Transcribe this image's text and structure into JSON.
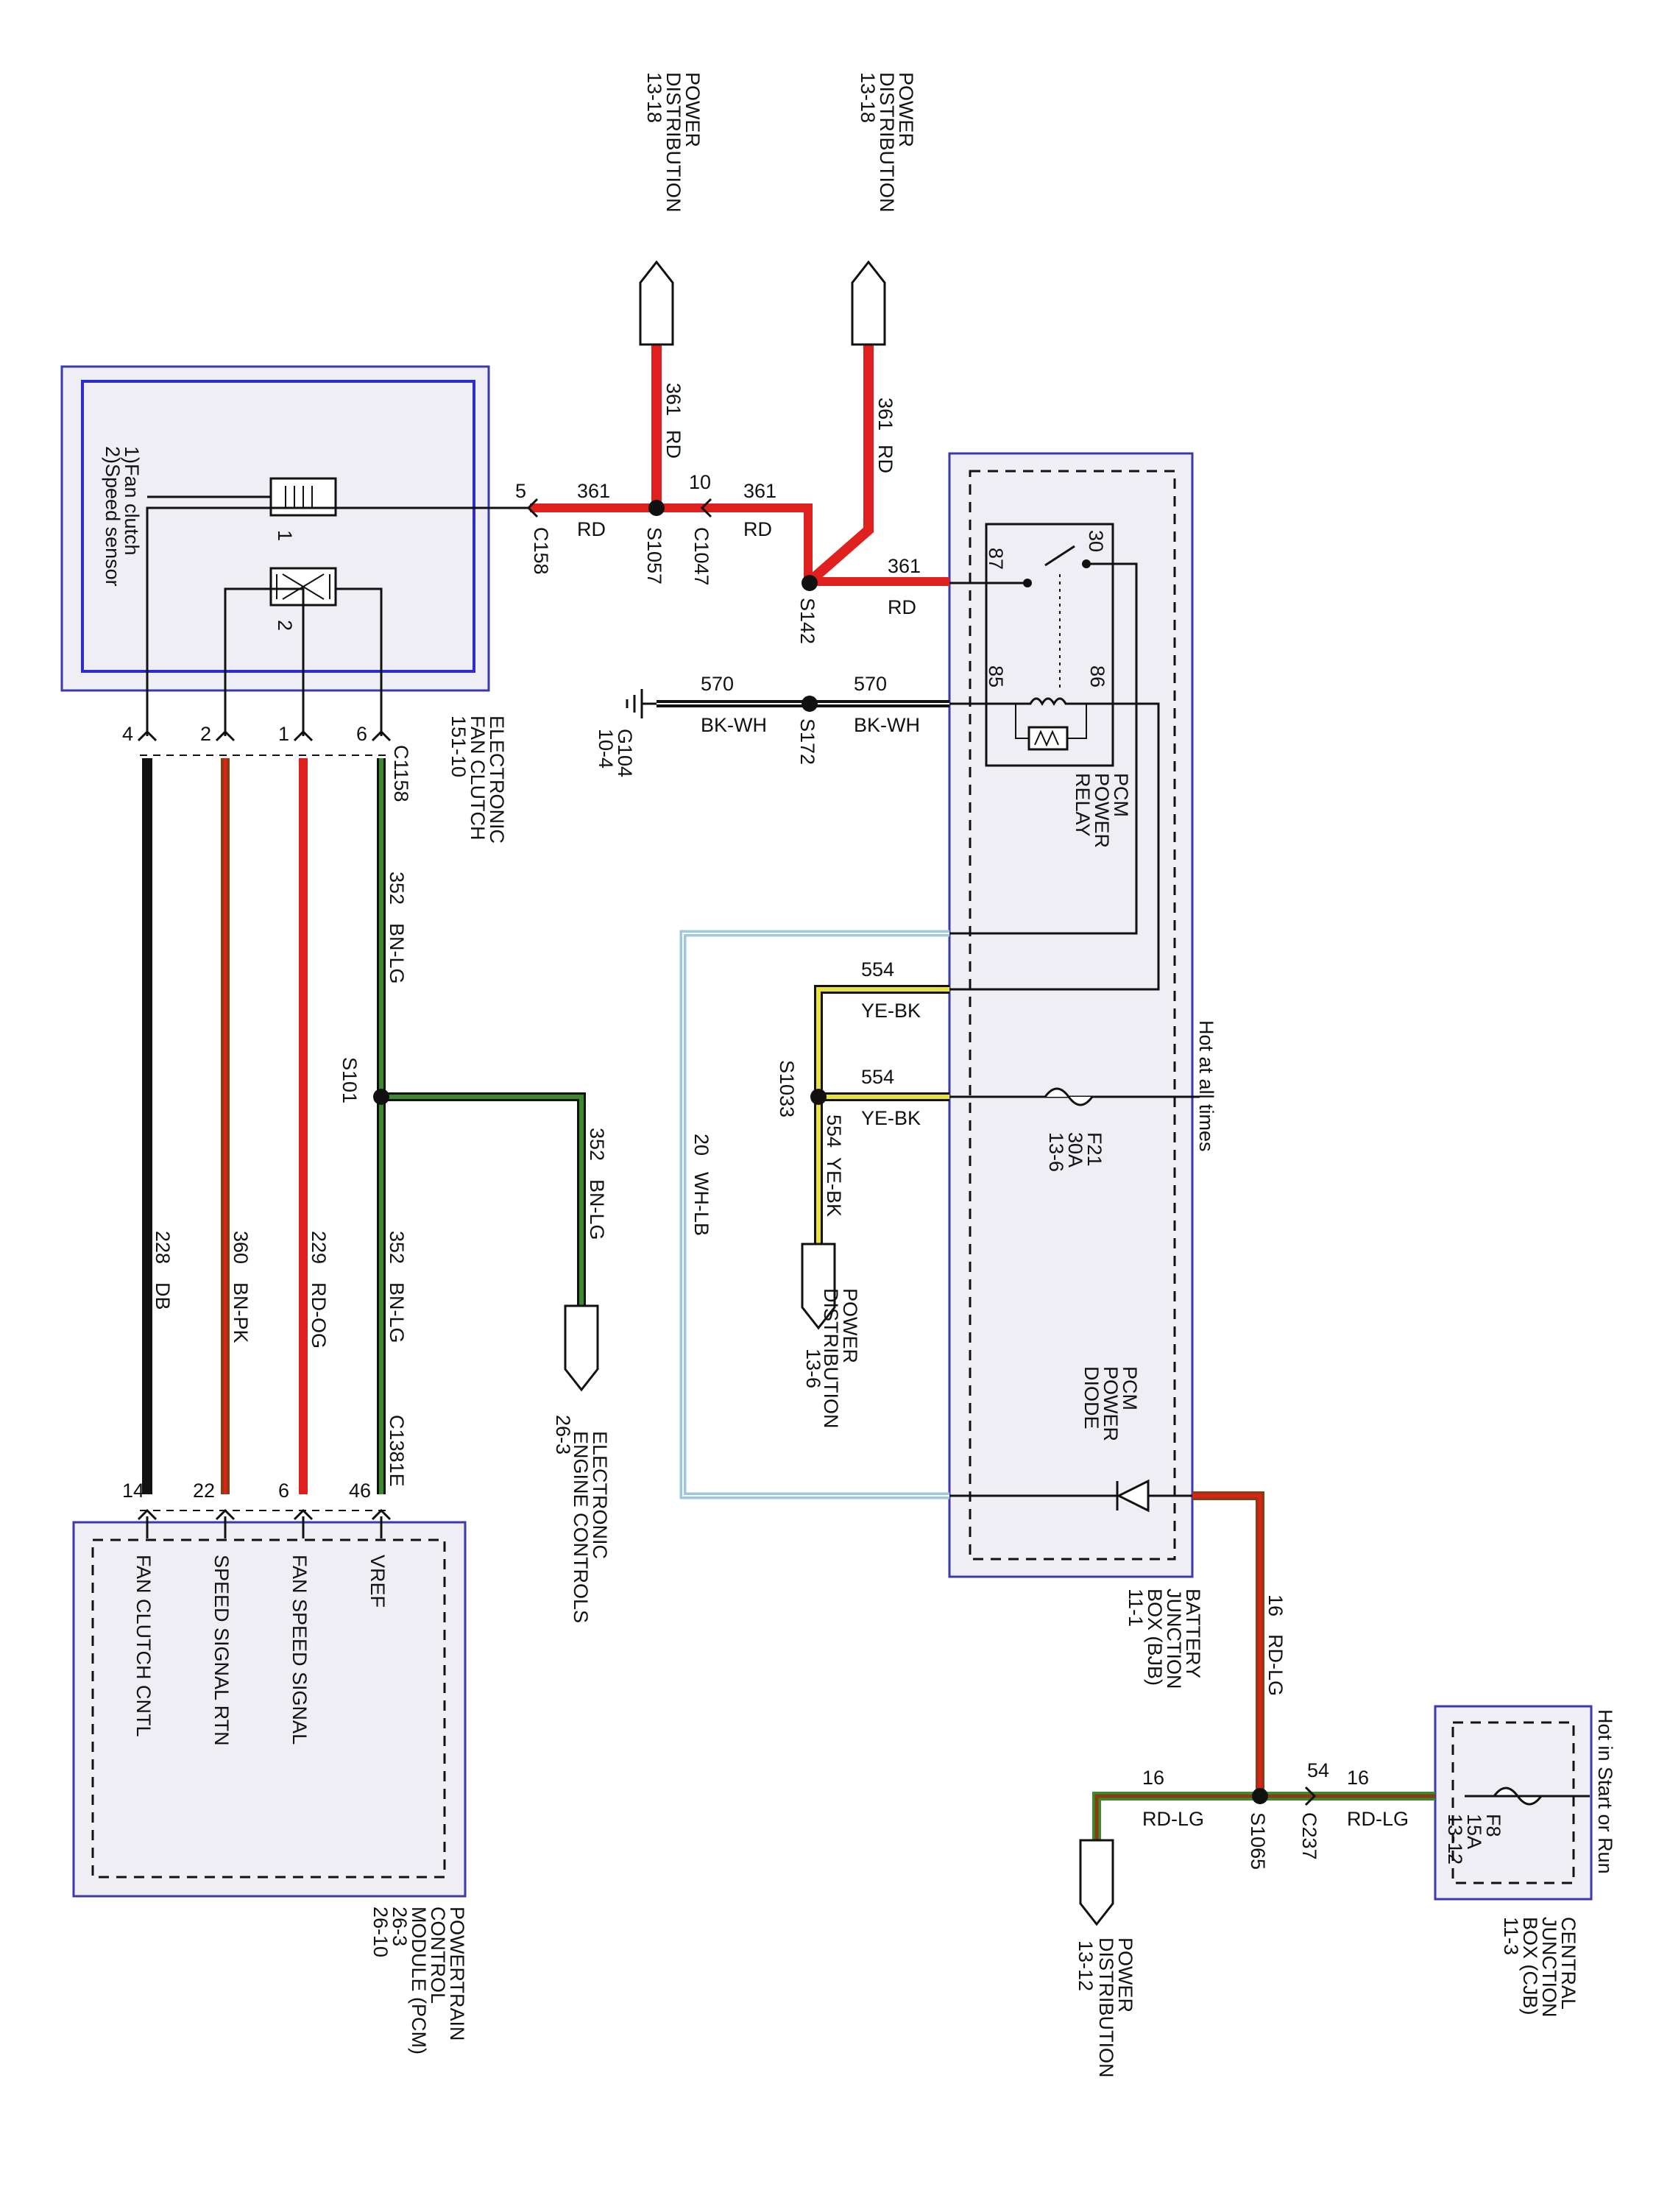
{
  "colors": {
    "red": "#e0201e",
    "black": "#111111",
    "yellow": "#e8e23a",
    "green": "#3c8a2e",
    "brown": "#8a3d12",
    "blue_box": "#3a3aa8",
    "box_fill": "#eeeef4",
    "wh_lb": "#9fc8e0"
  },
  "power_dist_a": {
    "l1": "POWER",
    "l2": "DISTRIBUTION",
    "l3": "13-18"
  },
  "power_dist_b": {
    "l1": "POWER",
    "l2": "DISTRIBUTION",
    "l3": "13-18"
  },
  "power_dist_c": {
    "l1": "POWER",
    "l2": "DISTRIBUTION",
    "l3": "13-6"
  },
  "power_dist_d": {
    "l1": "POWER",
    "l2": "DISTRIBUTION",
    "l3": "13-12"
  },
  "fan_clutch": {
    "l1": "ELECTRONIC",
    "l2": "FAN CLUTCH",
    "l3": "151-10",
    "legend1": "1)Fan clutch",
    "legend2": "2)Speed sensor",
    "pin1": "1",
    "pin2": "2"
  },
  "pcm": {
    "l1": "POWERTRAIN",
    "l2": "CONTROL",
    "l3": "MODULE (PCM)",
    "l4": "26-3",
    "l5": "26-10",
    "sig_vref": "VREF",
    "sig_fan_speed": "FAN SPEED SIGNAL",
    "sig_speed_rtn": "SPEED SIGNAL RTN",
    "sig_fan_cntl": "FAN CLUTCH CNTL"
  },
  "eec": {
    "l1": "ELECTRONIC",
    "l2": "ENGINE CONTROLS",
    "l3": "26-3"
  },
  "bjb": {
    "l1": "BATTERY",
    "l2": "JUNCTION",
    "l3": "BOX (BJB)",
    "l4": "11-1",
    "hot": "Hot at all times"
  },
  "cjb": {
    "l1": "CENTRAL",
    "l2": "JUNCTION",
    "l3": "BOX (CJB)",
    "l4": "11-3",
    "hot": "Hot in Start or Run"
  },
  "relay": {
    "l1": "PCM",
    "l2": "POWER",
    "l3": "RELAY",
    "p30": "30",
    "p87": "87",
    "p85": "85",
    "p86": "86"
  },
  "diode": {
    "l1": "PCM",
    "l2": "POWER",
    "l3": "DIODE"
  },
  "fuse_f21": {
    "l1": "F21",
    "l2": "30A",
    "l3": "13-6"
  },
  "fuse_f8": {
    "l1": "F8",
    "l2": "15A",
    "l3": "13-12"
  },
  "ground": {
    "l1": "G104",
    "l2": "10-4"
  },
  "splices": {
    "s1057": "S1057",
    "s142": "S142",
    "s172": "S172",
    "s1033": "S1033",
    "s101": "S101",
    "s1065": "S1065"
  },
  "connectors": {
    "c158": "C158",
    "c158_pin": "5",
    "c1047": "C1047",
    "c1047_pin": "10",
    "c1158": "C1158",
    "c1158_p6": "6",
    "c1158_p1": "1",
    "c1158_p2": "2",
    "c1158_p4": "4",
    "c1381e": "C1381E",
    "c1381e_p46": "46",
    "c1381e_p6": "6",
    "c1381e_p22": "22",
    "c1381e_p14": "14",
    "c237": "C237",
    "c237_pin": "54"
  },
  "wires": {
    "w361": "361",
    "rd": "RD",
    "w570": "570",
    "bkwh": "BK-WH",
    "w554": "554",
    "yebk": "YE-BK",
    "w20": "20",
    "whlb": "WH-LB",
    "w352": "352",
    "bnlg": "BN-LG",
    "w229": "229",
    "rdog": "RD-OG",
    "w360": "360",
    "bnpk": "BN-PK",
    "w228": "228",
    "db": "DB",
    "w16": "16",
    "rdlg": "RD-LG"
  }
}
